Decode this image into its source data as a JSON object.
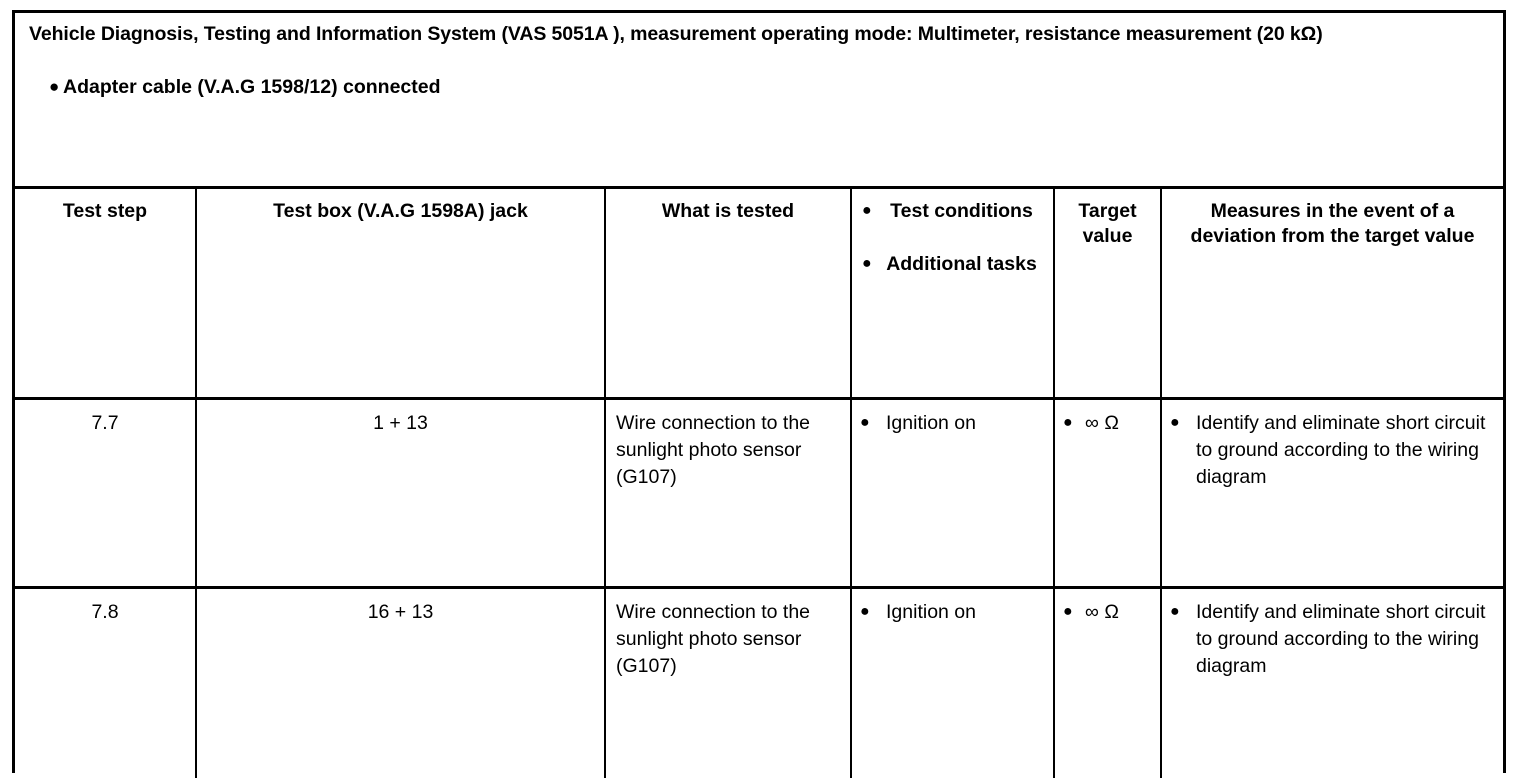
{
  "document": {
    "title": "Vehicle Diagnosis, Testing and Information System (VAS 5051A ), measurement operating mode: Multimeter, resistance measurement (20 kΩ)",
    "bullets": [
      {
        "marker": "●",
        "text": "Adapter cable (V.A.G 1598/12) connected"
      }
    ]
  },
  "table": {
    "columns": [
      {
        "key": "step",
        "header": "Test step"
      },
      {
        "key": "jack",
        "header": "Test box (V.A.G 1598A) jack"
      },
      {
        "key": "tested",
        "header": "What is tested"
      },
      {
        "key": "cond",
        "header_bullets": [
          {
            "marker": "●",
            "text": "Test conditions"
          },
          {
            "marker": "●",
            "text": "Additional tasks"
          }
        ]
      },
      {
        "key": "target",
        "header": "Target value"
      },
      {
        "key": "measure",
        "header": "Measures in the event of a deviation from the target value"
      }
    ],
    "rows": [
      {
        "step": "7.7",
        "jack": "1 + 13",
        "tested": "Wire connection to the sunlight photo sensor (G107)",
        "condition_marker": "●",
        "condition": "Ignition on",
        "target_marker": "●",
        "target": "∞ Ω",
        "measure_marker": "●",
        "measure": "Identify and eliminate short circuit to ground according to the wiring diagram"
      },
      {
        "step": "7.8",
        "jack": "16 + 13",
        "tested": "Wire connection to the sunlight photo sensor (G107)",
        "condition_marker": "●",
        "condition": "Ignition on",
        "target_marker": "●",
        "target": "∞ Ω",
        "measure_marker": "●",
        "measure": "Identify and eliminate short circuit to ground according to the wiring diagram"
      }
    ]
  },
  "colors": {
    "border": "#000000",
    "text": "#000000",
    "background": "#ffffff"
  }
}
